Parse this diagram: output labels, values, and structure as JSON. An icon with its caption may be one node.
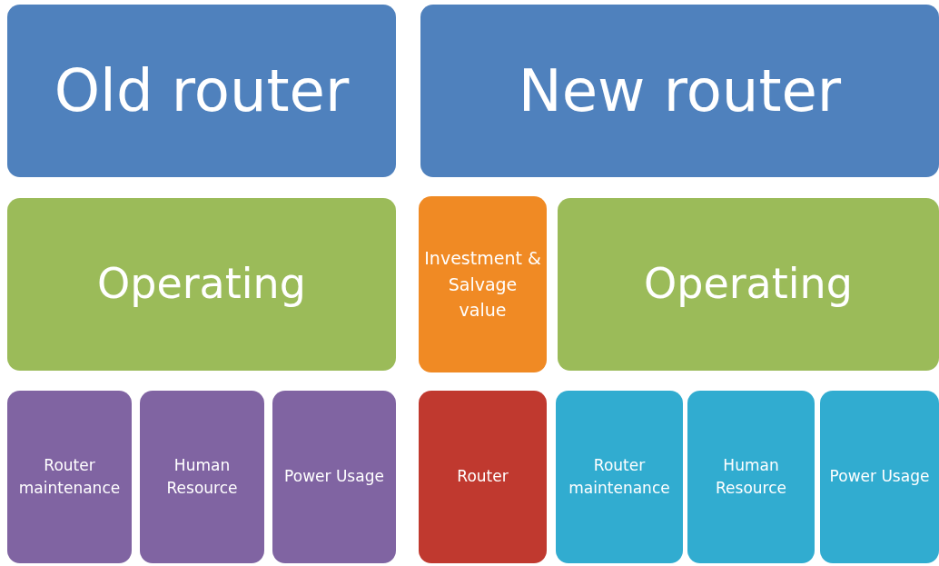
{
  "diagram": {
    "nodes": [
      {
        "text": [
          "Old router"
        ]
      },
      {
        "text": [
          "Operating"
        ]
      },
      {
        "text": [
          "Router maintenance"
        ]
      },
      {
        "text": [
          "Human Resource"
        ]
      },
      {
        "text": [
          "Power Usage"
        ]
      },
      {
        "text": [
          "New router"
        ]
      },
      {
        "text": [
          "Investment & Salvage value"
        ]
      },
      {
        "text": [
          "Operating"
        ]
      },
      {
        "text": [
          "Router"
        ]
      },
      {
        "text": [
          "Router maintenance"
        ]
      },
      {
        "text": [
          "Human Resource"
        ]
      },
      {
        "text": [
          "Power Usage"
        ]
      }
    ]
  }
}
